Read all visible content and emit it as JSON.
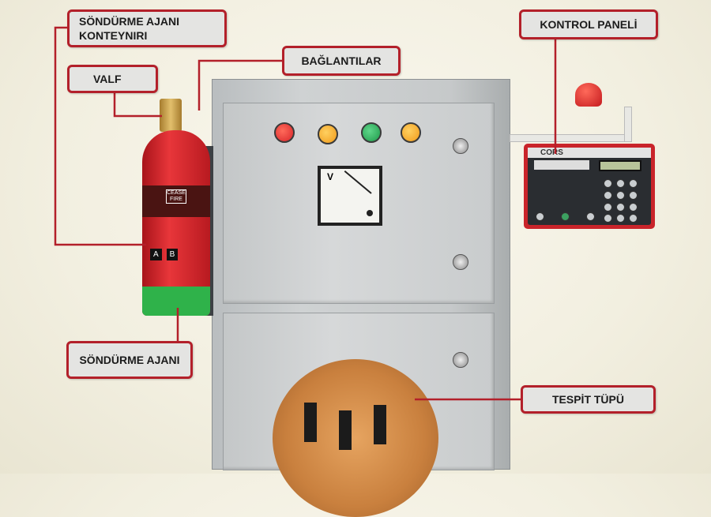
{
  "labels": {
    "container": [
      "SÖNDÜRME AJANI",
      "KONTEYNIRI"
    ],
    "valve": "VALF",
    "connections": "BAĞLANTILAR",
    "control_panel": "KONTROL PANELİ",
    "agent": "SÖNDÜRME AJANI",
    "detection_tube": "TESPİT TÜPÜ"
  },
  "meter": {
    "unit": "V"
  },
  "panel": {
    "brand": "CORS"
  },
  "extinguisher": {
    "brand": "CEASE FIRE",
    "class_a": "A",
    "class_b": "B"
  },
  "colors": {
    "label_border": "#b3202a",
    "leader": "#b3202a",
    "lamp_red": "#d8262a",
    "lamp_orange": "#f09a1a",
    "lamp_green": "#1f9a4a"
  }
}
